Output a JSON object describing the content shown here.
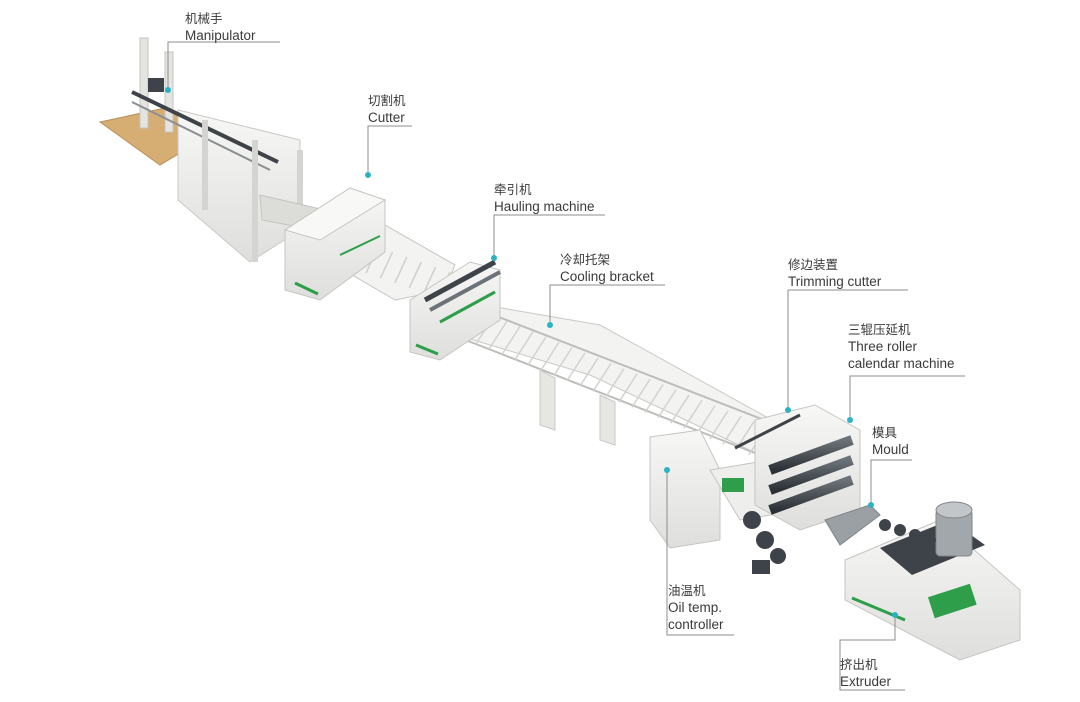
{
  "colors": {
    "leader": "#8c8c8c",
    "dot": "#2bb3c4",
    "machine": "#f2f2f0",
    "machine_edge": "#c9c9c6",
    "green": "#2e9e4a",
    "dark": "#3d4348",
    "wood": "#d6ad73"
  },
  "components": [
    {
      "id": "manipulator",
      "cn": "机械手",
      "en": [
        "Manipulator"
      ]
    },
    {
      "id": "cutter",
      "cn": "切割机",
      "en": [
        "Cutter"
      ]
    },
    {
      "id": "hauling",
      "cn": "牵引机",
      "en": [
        "Hauling machine"
      ]
    },
    {
      "id": "cooling",
      "cn": "冷却托架",
      "en": [
        "Cooling bracket"
      ]
    },
    {
      "id": "trimming",
      "cn": "修边装置",
      "en": [
        "Trimming cutter"
      ]
    },
    {
      "id": "three-roller",
      "cn": "三辊压延机",
      "en": [
        "Three roller",
        "calendar machine"
      ]
    },
    {
      "id": "mould",
      "cn": "模具",
      "en": [
        "Mould"
      ]
    },
    {
      "id": "oil-temp",
      "cn": "油温机",
      "en": [
        "Oil temp.",
        "controller"
      ]
    },
    {
      "id": "extruder",
      "cn": "挤出机",
      "en": [
        "Extruder"
      ]
    }
  ]
}
